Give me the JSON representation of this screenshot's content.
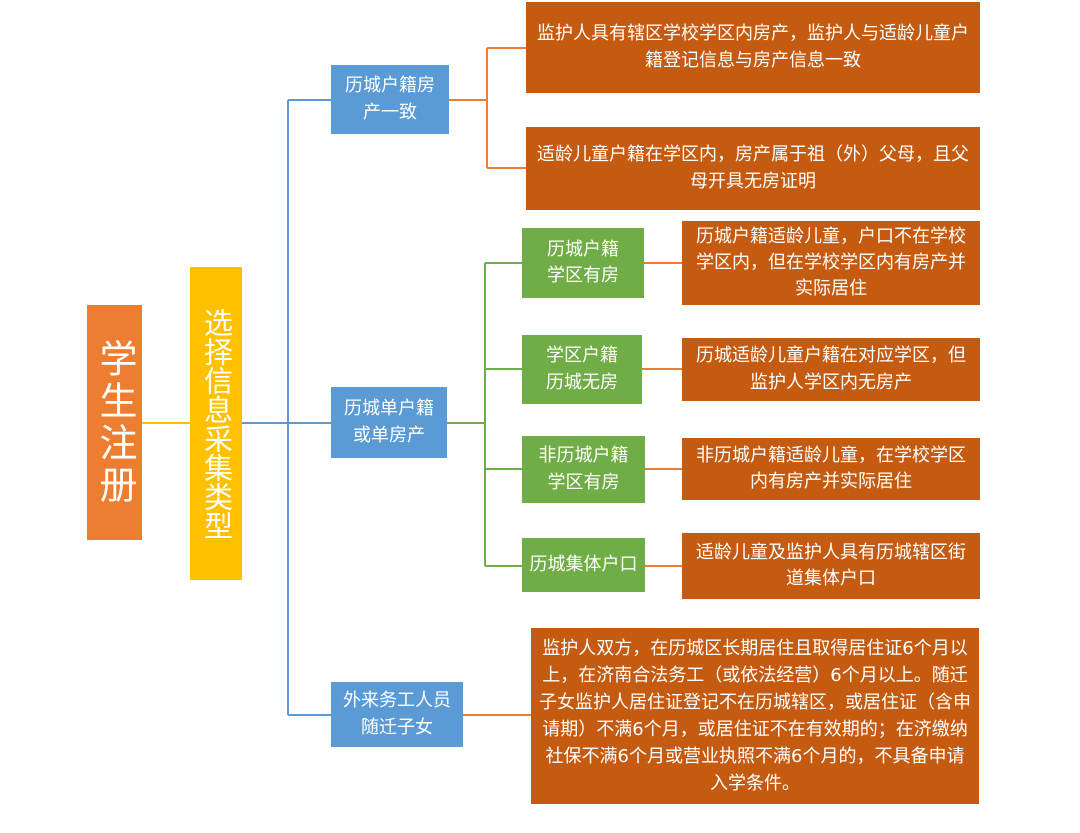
{
  "root": {
    "label": "学生注册"
  },
  "category": {
    "label": "选择信息采集类型"
  },
  "branches": [
    {
      "label": "历城户籍房产一致",
      "leaves": [
        "监护人具有辖区学校学区内房产，监护人与适龄儿童户籍登记信息与房产信息一致",
        "适龄儿童户籍在学区内，房产属于祖（外）父母，且父母开具无房证明"
      ]
    },
    {
      "label": "历城单户籍或单房产",
      "sub": [
        {
          "label": "历城户籍学区有房",
          "desc": "历城户籍适龄儿童，户口不在学校学区内，但在学校学区内有房产并实际居住"
        },
        {
          "label": "学区户籍历城无房",
          "desc": "历城适龄儿童户籍在对应学区，但监护人学区内无房产"
        },
        {
          "label": "非历城户籍学区有房",
          "desc": "非历城户籍适龄儿童，在学校学区内有房产并实际居住"
        },
        {
          "label": "历城集体户口",
          "desc": "适龄儿童及监护人具有历城辖区街道集体户口"
        }
      ]
    },
    {
      "label": "外来务工人员随迁子女",
      "leaves": [
        "监护人双方，在历城区长期居住且取得居住证6个月以上，在济南合法务工（或依法经营）6个月以上。随迁子女监护人居住证登记不在历城辖区，或居住证（含申请期）不满6个月，或居住证不在有效期的；在济缴纳社保不满6个月或营业执照不满6个月的，不具备申请入学条件。"
      ]
    }
  ],
  "colors": {
    "root": "#ed7d31",
    "category": "#ffc000",
    "branch": "#5b9bd5",
    "sub": "#70ad47",
    "leaf": "#c55a11",
    "line_blue": "#5b9bd5",
    "line_green": "#70ad47",
    "line_orange": "#ed7d31",
    "line_yellow": "#ffc000"
  }
}
